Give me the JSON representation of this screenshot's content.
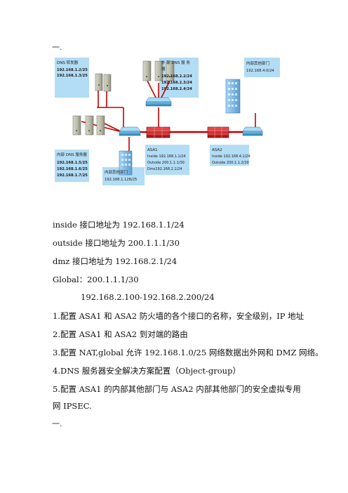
{
  "top_heading": "一.",
  "bottom_heading": "一.",
  "diagram": {
    "dns_forward": {
      "title": "DNS 转发器",
      "ips": [
        "192.168.1.2/25",
        "192.168.1.3/25"
      ]
    },
    "ext_dns": {
      "title_lines": [
        "外 部 DNS 服 务",
        "器"
      ],
      "ips": [
        "192.168.2.2/24",
        "192.168.2.3/24",
        "192.168.2.4/24"
      ]
    },
    "internal_other_top": {
      "title": "内部其他部门",
      "ip": "192.168.4.0/24"
    },
    "internal_dns": {
      "title": "内部 DNS 服务器",
      "ips": [
        "192.168.1.5/25",
        "192.168.1.6/25",
        "192.168.1.7/25"
      ]
    },
    "asa1": {
      "title": "ASA1",
      "lines": [
        "Inside 192.168.1.1/24",
        "Outside 200.1.1.1/30",
        "Dmz192.168.2.1/24"
      ]
    },
    "asa2": {
      "title": "ASA2",
      "lines": [
        "Inside 192.168.4.1/24",
        "Outside 200.1.1.2/30"
      ]
    },
    "internal_other_bottom": {
      "title": "内部其他部门",
      "ip": "192.168.1.128/25"
    }
  },
  "lines": [
    "inside 接口地址为 192.168.1.1/24",
    "outside 接口地址为 200.1.1.1/30",
    "dmz 接口地址为 192.168.2.1/24",
    "Global：200.1.1.1/30",
    "192.168.2.100-192.168.2.200/24",
    "1.配置 ASA1 和 ASA2 防火墙的各个接口的名称，安全级别，IP 地址",
    "2.配置 ASA1 和 ASA2 到对端的路由",
    "3.配置 NAT,global 允许 192.168.1.0/25 网络数据出外网和 DMZ 网络。",
    "4.DNS 服务器安全解决方案配置（Object-group）",
    "5.配置 ASA1 的内部其他部门与 ASA2 内部其他部门的安全虚拟专用",
    "网 IPSEC."
  ]
}
